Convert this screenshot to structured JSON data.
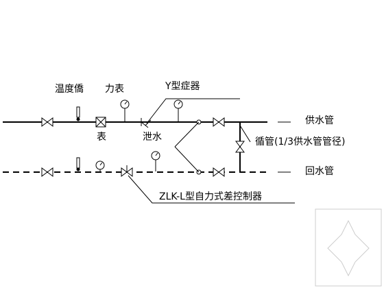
{
  "labels": {
    "thermometer": "温度僑",
    "pressure_gauge": "力表",
    "meter": "表",
    "y_strainer": "Y型症器",
    "drain": "泄水",
    "supply_pipe": "供水管",
    "circulation": "循管(1/3供水管管径)",
    "return_pipe": "回水管",
    "controller": "ZLK-L型自力式差控制器"
  },
  "colors": {
    "line": "#000000",
    "background": "#ffffff"
  },
  "icons": [
    "gate-valve-icon",
    "thermometer-icon",
    "pressure-gauge-icon",
    "flow-meter-icon",
    "y-strainer-icon",
    "differential-pressure-controller-icon",
    "watermark-logo-icon"
  ]
}
